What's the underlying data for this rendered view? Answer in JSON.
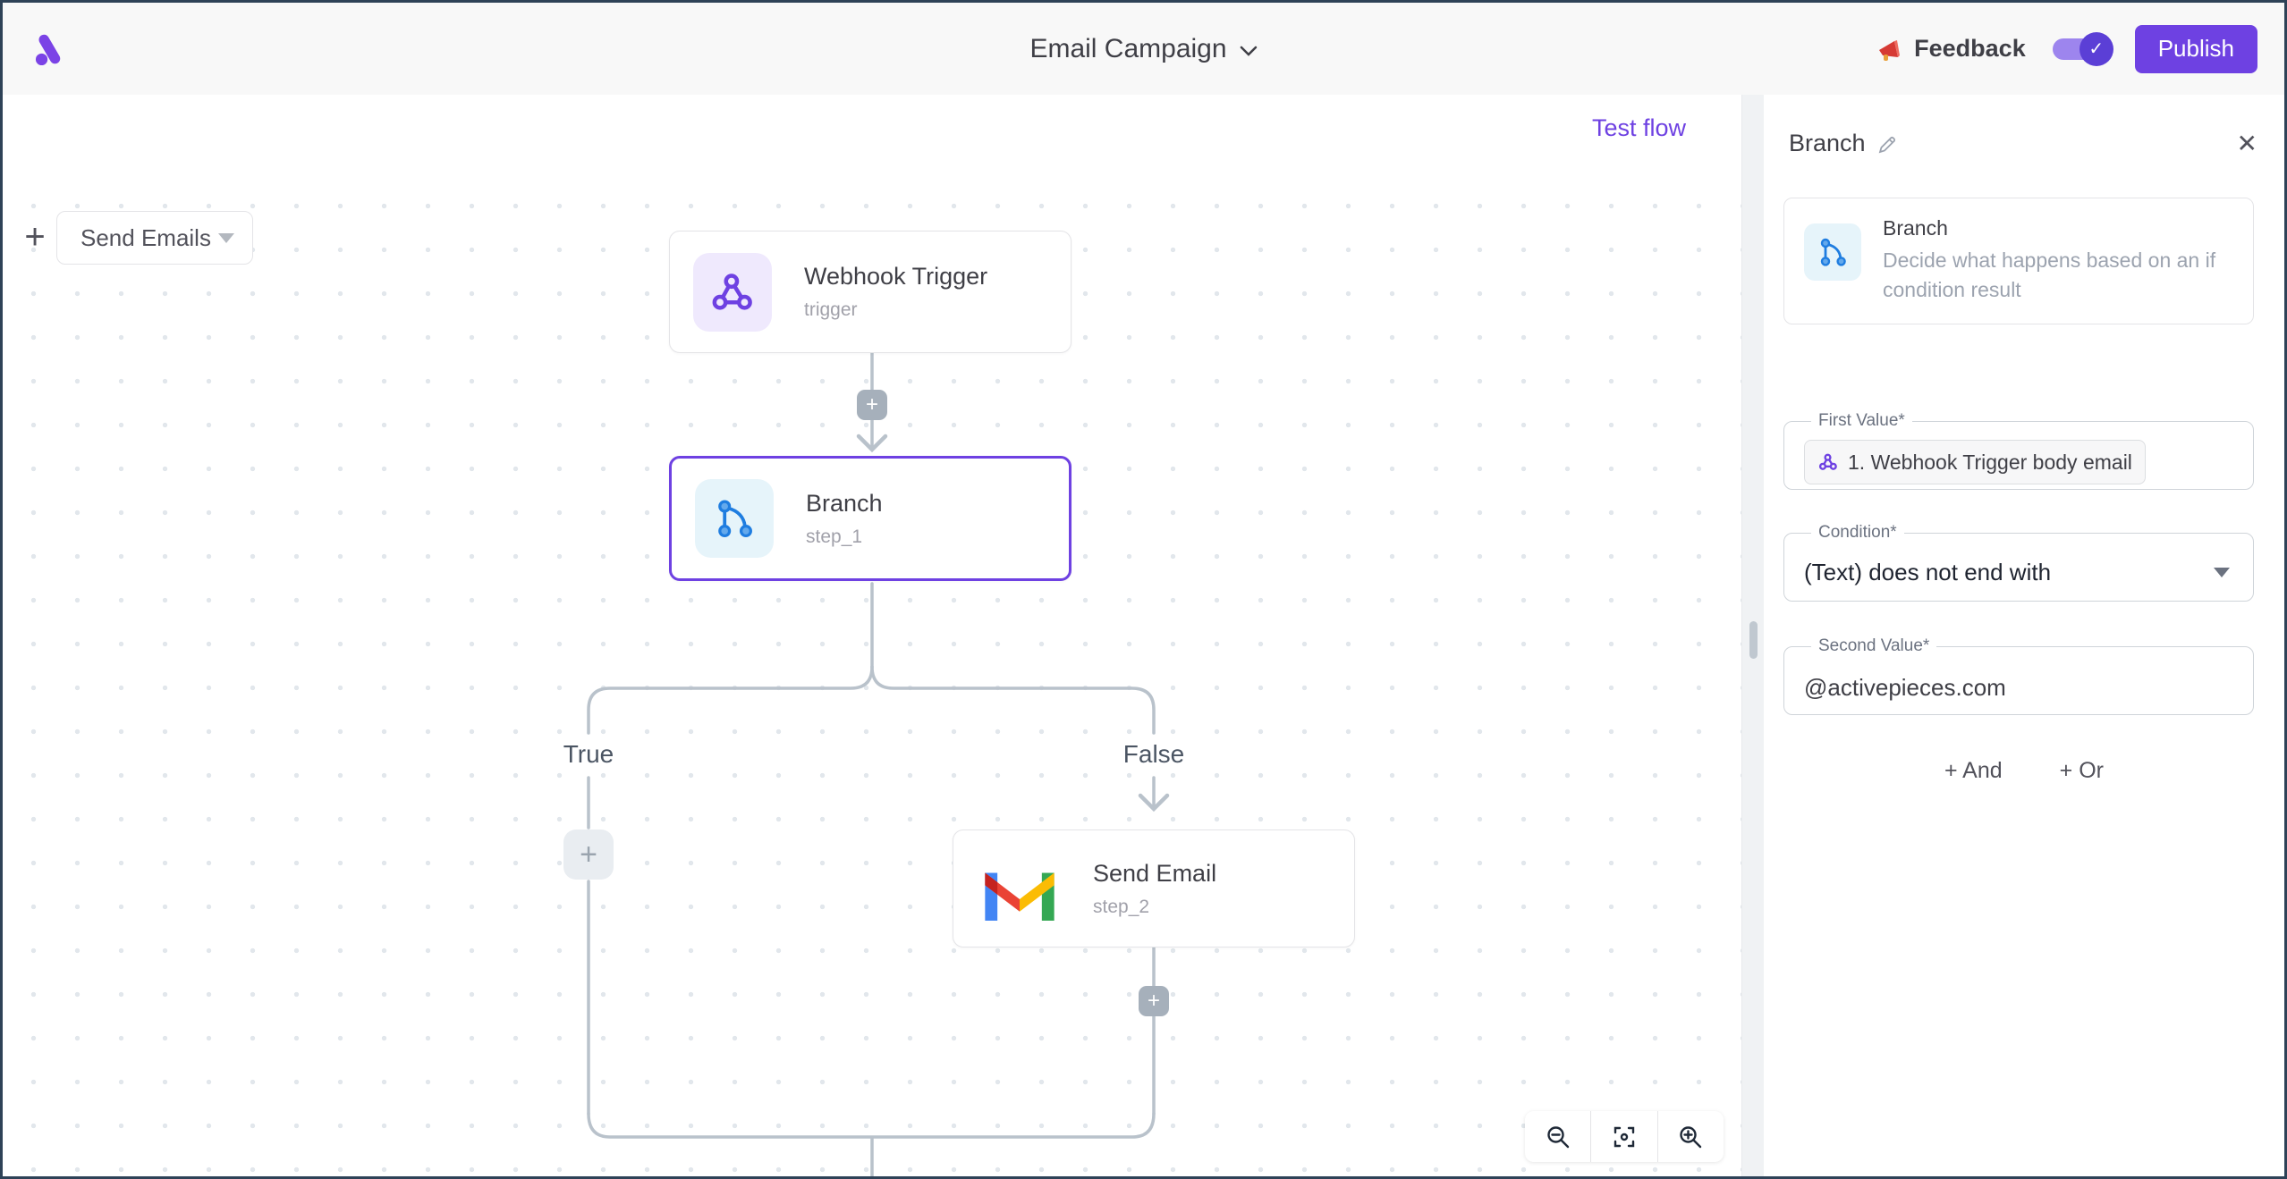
{
  "header": {
    "title": "Email Campaign",
    "feedback_label": "Feedback",
    "publish_label": "Publish",
    "toggle_state": "on"
  },
  "canvas": {
    "tab_label": "Send Emails",
    "add_tab_symbol": "+",
    "test_flow_label": "Test flow",
    "add_step_symbol": "+",
    "trigger_node": {
      "title": "Webhook Trigger",
      "subtitle": "trigger"
    },
    "branch_node": {
      "title": "Branch",
      "subtitle": "step_1"
    },
    "email_node": {
      "title": "Send Email",
      "subtitle": "step_2"
    },
    "true_label": "True",
    "false_label": "False"
  },
  "panel": {
    "title": "Branch",
    "close_symbol": "✕",
    "info": {
      "title": "Branch",
      "description": "Decide what happens based on an if condition result"
    },
    "fields": {
      "first_value": {
        "label": "First Value*",
        "token": "1. Webhook Trigger body email"
      },
      "condition": {
        "label": "Condition*",
        "value": "(Text) does not end with"
      },
      "second_value": {
        "label": "Second Value*",
        "value": "@activepieces.com"
      }
    },
    "and_button": "+ And",
    "or_button": "+ Or"
  },
  "colors": {
    "brand_purple": "#6e41e2",
    "selected_border": "#6e41e2",
    "branch_icon_blue": "#1f7de0",
    "connector_gray": "#b9c2cb",
    "gmail_red": "#ea4335",
    "gmail_dark_red": "#c5221f",
    "gmail_blue": "#4285f4",
    "gmail_yellow": "#fbbc04",
    "gmail_green": "#34a853"
  }
}
